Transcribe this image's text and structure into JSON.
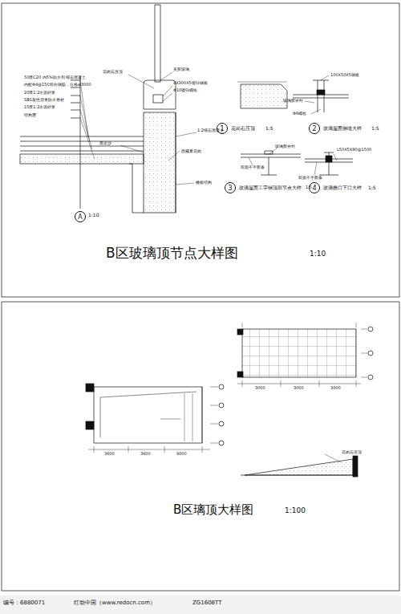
{
  "diagram": {
    "title": "B区玻璃顶节点大样图",
    "nodes": [
      {
        "text": [
          "A"
        ]
      },
      {
        "text": [
          "1"
        ]
      },
      {
        "text": [
          "2"
        ]
      },
      {
        "text": [
          "3"
        ]
      },
      {
        "text": [
          "4"
        ]
      }
    ],
    "labels": [
      "1:10",
      "50厚C20 内5%防水剂 细石混凝土",
      "内配Φ4@150双向钢筋，分格≤3000",
      "20厚1:2水泥砂浆",
      "SBS改性沥青防水卷材",
      "15厚1:2水泥砂浆",
      "结构层",
      "花岗石压顶",
      "夹胶玻璃",
      "4X300X5镀锌钢板",
      "Φ10镀锌螺栓",
      "1:2细石混凝土",
      "黑金沙",
      "西藏黄花岗",
      "楼板结构",
      "1:10",
      "100X50X5钢板",
      "玻璃胶密封",
      "Φ6螺栓",
      "花岗石压顶",
      "1:5",
      "玻璃屋面侧缝大样",
      "1:5",
      "玻璃胶密封",
      "双面不干胶条",
      "L50X5X80@1500",
      "双面不干胶条",
      "玻璃屋面工字钢顶部节点大样",
      "1:5",
      "玻璃檐口下口大样",
      "1:5",
      "B区璃顶大样图",
      "1:100",
      "3600",
      "3600",
      "9000",
      "3000",
      "3000",
      "3000",
      "花岗石压顶",
      "编号：6880071",
      "红动中国（www.redocn.com）",
      "ZG1608TT"
    ]
  }
}
